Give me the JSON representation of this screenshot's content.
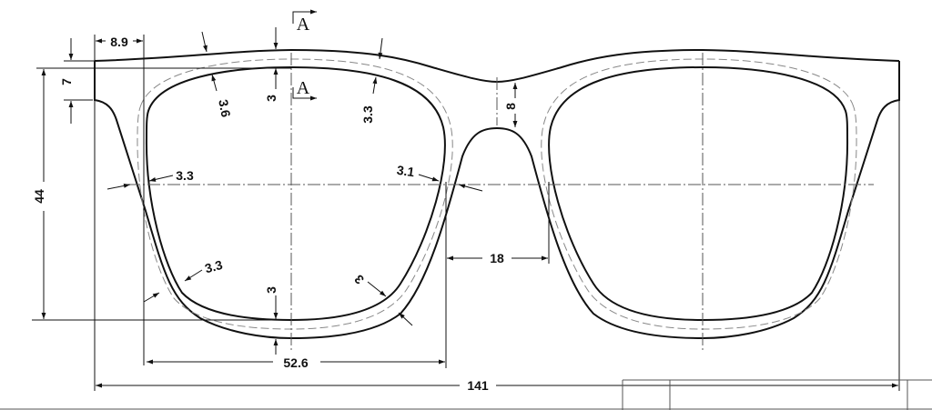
{
  "drawing": {
    "section_label_top": "A",
    "section_label_bottom": "A",
    "dimensions": {
      "total_width": "141",
      "lens_width": "52.6",
      "lens_height": "44",
      "bridge": "18",
      "temple_width": "8.9",
      "temple_offset": "7",
      "bridge_thickness": "8",
      "rim_top_left": "3.6",
      "rim_top": "3",
      "rim_top_right": "3.3",
      "rim_left": "3.3",
      "rim_right": "3.1",
      "rim_bottom_left": "3.3",
      "rim_bottom": "3",
      "rim_bottom_right": "3"
    }
  }
}
